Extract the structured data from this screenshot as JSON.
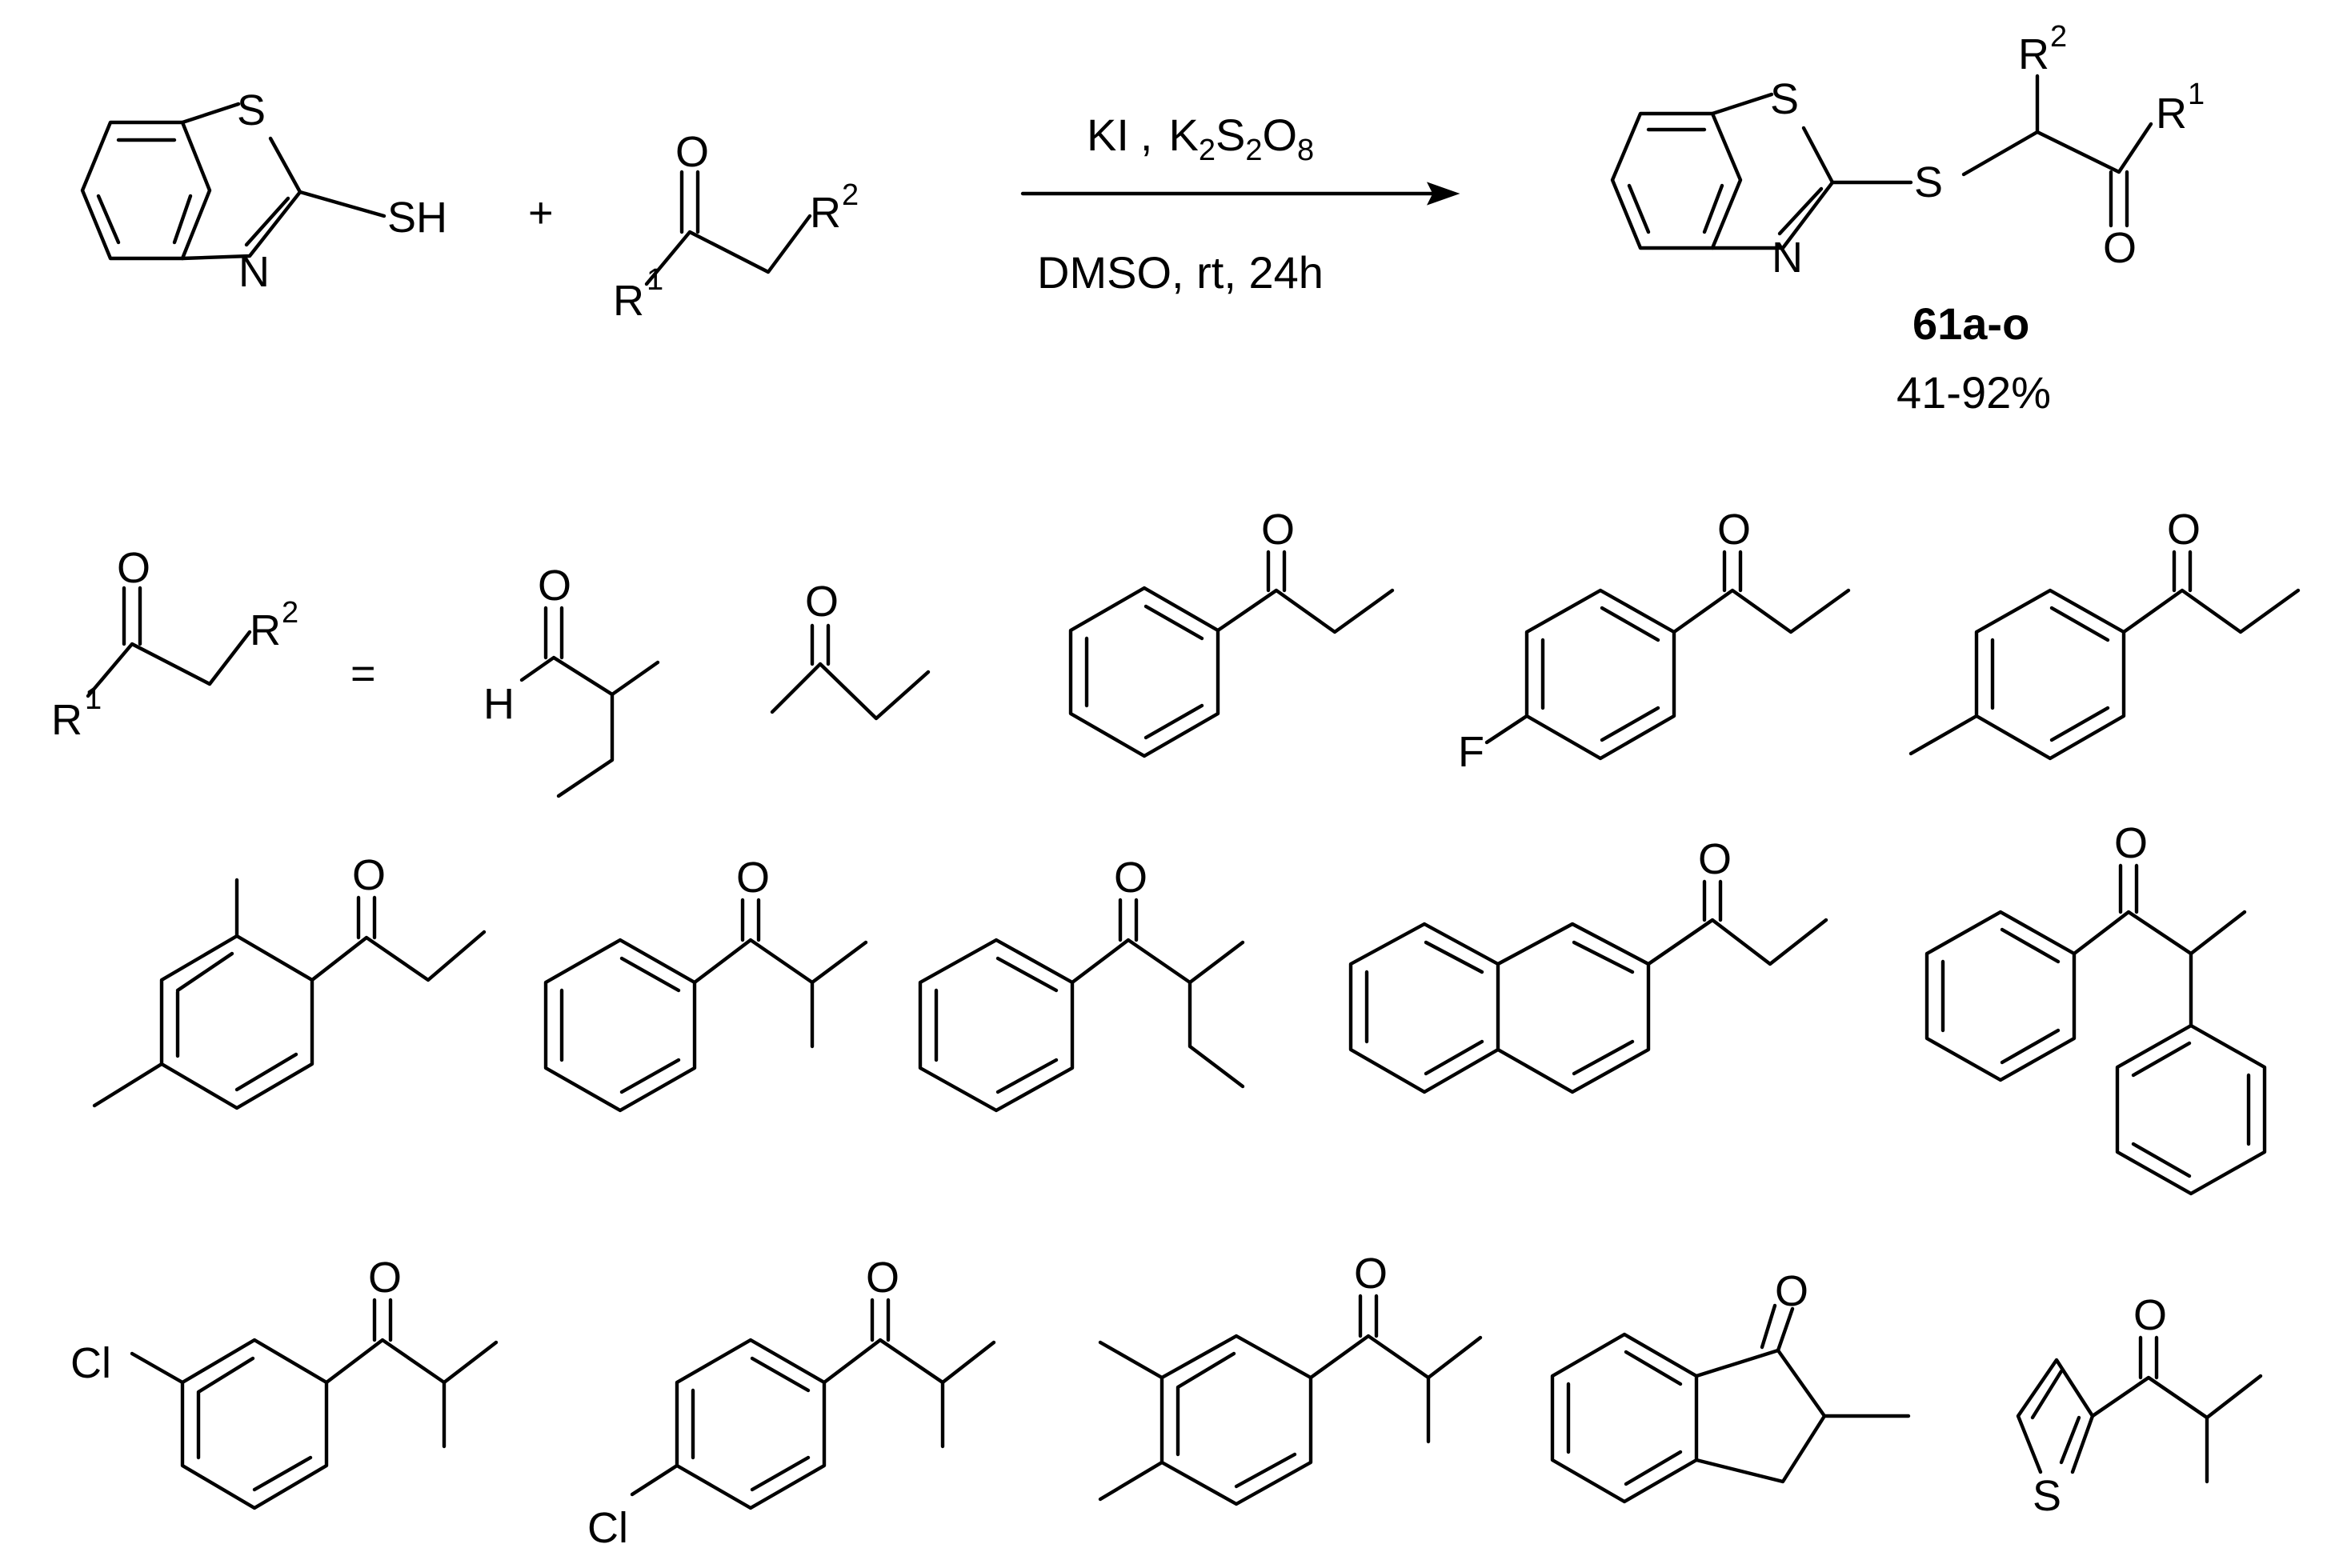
{
  "reaction": {
    "reagents": {
      "ki": "KI",
      "separator": ",",
      "oxidant_k": "K",
      "oxidant_s": "S",
      "oxidant_o": "O",
      "sub2": "2",
      "sub2b": "2",
      "sub8": "8"
    },
    "conditions": "DMSO, rt, 24h",
    "plus": "+",
    "equals": "=",
    "product_label": "61a-o",
    "product_yield": "41-92%"
  },
  "atoms": {
    "S": "S",
    "SH": "SH",
    "N": "N",
    "O": "O",
    "H": "H",
    "F": "F",
    "Cl": "Cl",
    "R": "R",
    "sup1": "1",
    "sup2": "2"
  }
}
